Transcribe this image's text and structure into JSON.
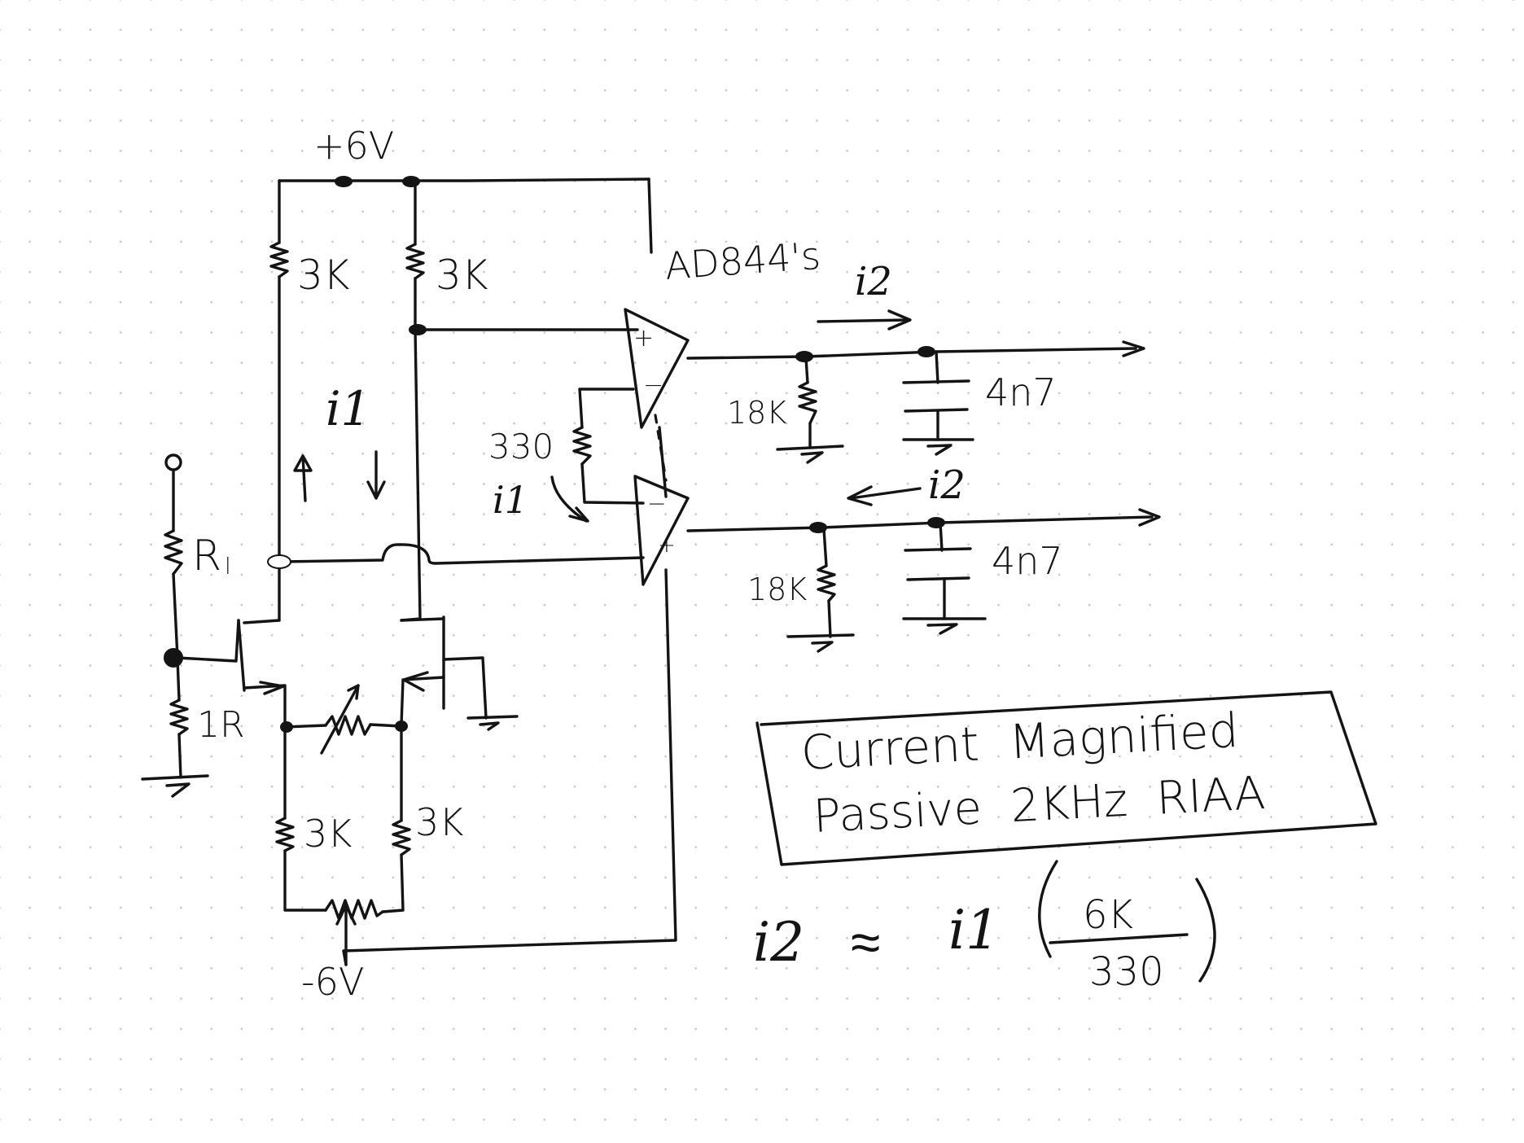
{
  "labels": {
    "plus_supply": "+6V",
    "minus_supply": "-6V",
    "r_top_left": "3K",
    "r_top_right": "3K",
    "r_bot_left": "3K",
    "r_bot_right": "3K",
    "r_load": "R",
    "r_load_sub": "l",
    "r_sense": "1R",
    "r_330": "330",
    "r_18k_top": "18K",
    "r_18k_bot": "18K",
    "c_top": "4n7",
    "c_bot": "4n7",
    "opamp_part": "AD844's",
    "i1_center": "i1",
    "i1_left": "i1",
    "i2_top": "i2",
    "i2_mid": "i2",
    "opamp_plus_top": "+",
    "opamp_minus_top": "−",
    "opamp_minus_bot": "−",
    "opamp_plus_bot": "+"
  },
  "title_box": {
    "line1": "Current  Magnified",
    "line2": "Passive  2KHz  RIAA"
  },
  "formula": {
    "lhs": "i2",
    "approx": "≈",
    "factor": "i1",
    "numerator": "6K",
    "denominator": "330"
  }
}
